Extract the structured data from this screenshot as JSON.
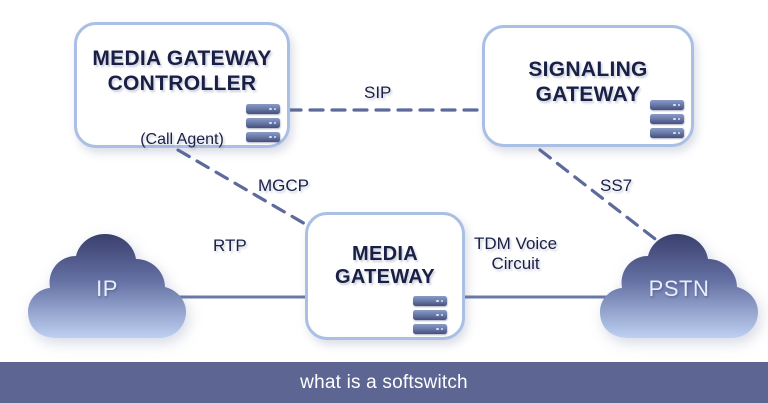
{
  "diagram": {
    "nodes": [
      {
        "id": "media-gateway-controller",
        "title": "MEDIA GATEWAY\nCONTROLLER",
        "subtitle": "(Call Agent)",
        "icon": "server-stack-icon",
        "shape": "rounded-box"
      },
      {
        "id": "signaling-gateway",
        "title": "SIGNALING\nGATEWAY",
        "icon": "server-stack-icon",
        "shape": "rounded-box"
      },
      {
        "id": "media-gateway",
        "title": "MEDIA\nGATEWAY",
        "icon": "server-stack-icon",
        "shape": "rounded-box"
      },
      {
        "id": "ip-cloud",
        "title": "IP",
        "icon": "cloud-icon",
        "shape": "cloud"
      },
      {
        "id": "pstn-cloud",
        "title": "PSTN",
        "icon": "cloud-icon",
        "shape": "cloud"
      }
    ],
    "links": [
      {
        "id": "sip",
        "label": "SIP",
        "style": "dashed",
        "from": "media-gateway-controller",
        "to": "signaling-gateway"
      },
      {
        "id": "mgcp",
        "label": "MGCP",
        "style": "dashed",
        "from": "media-gateway-controller",
        "to": "media-gateway"
      },
      {
        "id": "ss7",
        "label": "SS7",
        "style": "dashed",
        "from": "signaling-gateway",
        "to": "pstn-cloud"
      },
      {
        "id": "rtp",
        "label": "RTP",
        "style": "solid",
        "from": "ip-cloud",
        "to": "media-gateway"
      },
      {
        "id": "tdm",
        "label": "TDM Voice\nCircuit",
        "style": "solid",
        "from": "media-gateway",
        "to": "pstn-cloud"
      }
    ]
  },
  "caption": {
    "text": "what is a softswitch"
  },
  "colors": {
    "box_border": "#a9bfe3",
    "box_fill": "#ffffff",
    "text_dark": "#1a2045",
    "line": "#6b78a8",
    "dashed_line": "#5e6a9c",
    "cloud_top": "#3c4270",
    "cloud_bottom": "#b9cdf0",
    "banner_bg": "#5d6692",
    "banner_text": "#ffffff"
  }
}
